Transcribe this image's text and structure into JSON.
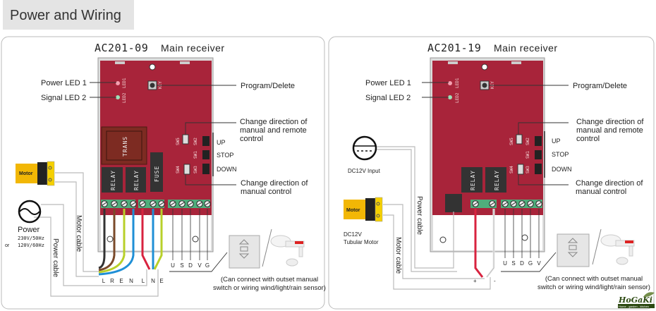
{
  "header": {
    "title": "Power and Wiring"
  },
  "panels": [
    {
      "title_model": "AC201-09",
      "title_suffix": "Main receiver",
      "power_led": "Power LED 1",
      "signal_led": "Signal LED 2",
      "program": "Program/Delete",
      "dir_remote": [
        "Change direction of",
        "manual and remote",
        "control"
      ],
      "dir_manual": [
        "Change direction of",
        "manual control"
      ],
      "buttons": [
        "UP",
        "STOP",
        "DOWN"
      ],
      "pcb": {
        "led1": "LED1",
        "led2": "LED2",
        "key": "KEY",
        "sw5": "SW5",
        "sw2": "SW2",
        "sw1": "SW1",
        "sw4": "SW4",
        "sw3": "SW3",
        "trans": "TRANS",
        "relay": "RELAY",
        "fuse": "FUSE"
      },
      "motor": "Motor",
      "power": "Power",
      "voltage1": "230V/50Hz",
      "voltage2": "120V/60Hz",
      "or": "or",
      "motor_cable": "Motor cable",
      "power_cable": "Power cable",
      "wire_labels": [
        "L",
        "R",
        "E",
        "N",
        "L",
        "N",
        "E"
      ],
      "signal_labels": [
        "U",
        "S",
        "D",
        "V",
        "G"
      ],
      "caption": [
        "(Can connect with outset manual",
        "switch or wiring wind/light/rain sensor)"
      ]
    },
    {
      "title_model": "AC201-19",
      "title_suffix": "Main receiver",
      "power_led": "Power LED 1",
      "signal_led": "Signal LED 2",
      "program": "Program/Delete",
      "dir_remote": [
        "Change direction of",
        "manual and remote",
        "control"
      ],
      "dir_manual": [
        "Change direction of",
        "manual control"
      ],
      "buttons": [
        "UP",
        "STOP",
        "DOWN"
      ],
      "pcb": {
        "led1": "LED1",
        "led2": "LED2",
        "key": "KEY",
        "sw5": "SW5",
        "sw2": "SW2",
        "sw1": "SW1",
        "sw4": "SW4",
        "sw3": "SW3",
        "relay": "RELAY"
      },
      "motor": "Motor",
      "dc_input": "DC12V Input",
      "motor_desc": [
        "DC12V",
        "Tubular Motor"
      ],
      "motor_cable": "Motor cable",
      "power_cable": "Power cable",
      "polarity": [
        "+",
        "-"
      ],
      "signal_labels": [
        "U",
        "S",
        "D",
        "G",
        "V"
      ],
      "caption": [
        "(Can connect with outset manual",
        "switch or wiring wind/light/rain sensor)"
      ]
    }
  ],
  "watermark": {
    "brand": "HoGaKi",
    "tagline": "Home - garden - kitchen"
  },
  "colors": {
    "board": "#a8243a",
    "terminal": "#4fae7c",
    "motor": "#f2b705",
    "wire_brown": "#7a4a2a",
    "wire_blue": "#1f8fd6",
    "wire_red": "#d8233f",
    "wire_yellow_green": "#b8d02a"
  }
}
